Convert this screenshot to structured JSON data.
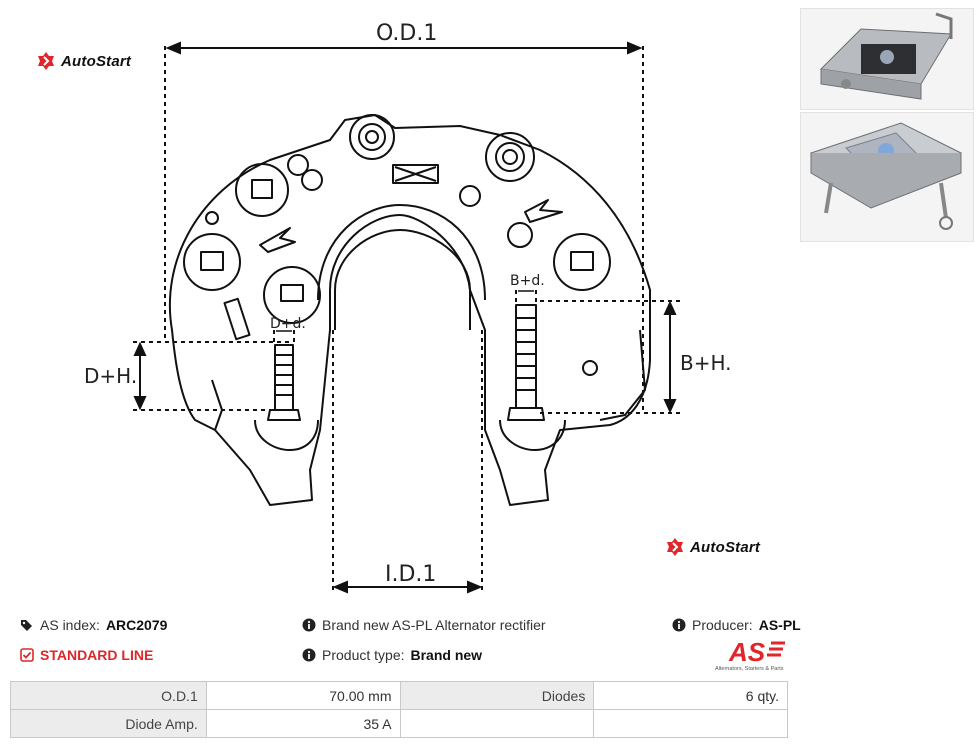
{
  "brand": {
    "logo_text": "AutoStart"
  },
  "drawing": {
    "od_label": "O.D.1",
    "id_label": "I.D.1",
    "dh_label": "D+H.",
    "bh_label": "B+H.",
    "dd_label": "D+d.",
    "bd_label": "B+d."
  },
  "info": {
    "as_index_label": "AS index:",
    "as_index_value": "ARC2079",
    "standard_line": "STANDARD LINE",
    "description": "Brand new AS-PL Alternator rectifier",
    "product_type_label": "Product type:",
    "product_type_value": "Brand new",
    "producer_label": "Producer:",
    "producer_value": "AS-PL"
  },
  "aspl_logo": {
    "text": "AS",
    "tagline": "Alternators, Starters & Parts"
  },
  "specs": {
    "rows": [
      {
        "label1": "O.D.1",
        "value1": "70.00 mm",
        "label2": "Diodes",
        "value2": "6 qty."
      },
      {
        "label1": "Diode Amp.",
        "value1": "35 A",
        "label2": "",
        "value2": ""
      }
    ]
  },
  "colors": {
    "accent_red": "#e0262a",
    "table_label_bg": "#ececec"
  }
}
